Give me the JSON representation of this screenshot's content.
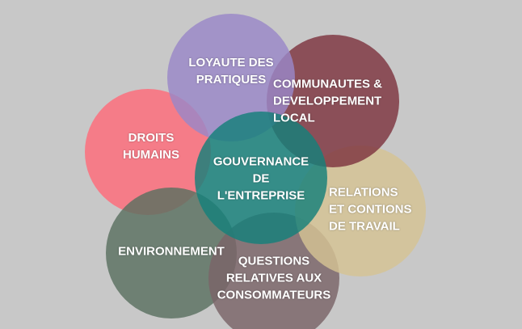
{
  "nodes": [
    {
      "id": "droits-humains",
      "label": "DROITS\nHUMAINS",
      "color": "#ff6b7a"
    },
    {
      "id": "environnement",
      "label": "ENVIRONNEMENT",
      "color": "#5a7060"
    },
    {
      "id": "questions-consommateurs",
      "label": "QUESTIONS\nRELATIVES AUX\nCONSOMMATEURS",
      "color": "#7a6468"
    },
    {
      "id": "relations-travail",
      "label": "RELATIONS\nET CONTIONS\nDE TRAVAIL",
      "color": "#d6c394"
    },
    {
      "id": "communautes",
      "label": "COMMUNAUTES &\nDEVELOPPEMENT\nLOCAL",
      "color": "#7e3540"
    },
    {
      "id": "loyaute",
      "label": "LOYAUTE DES\nPRATIQUES",
      "color": "#9a88c8"
    },
    {
      "id": "gouvernance",
      "label": "GOUVERNANCE\nDE\nL'ENTREPRISE",
      "color": "#15807a"
    }
  ],
  "background": "#c8c8c8"
}
